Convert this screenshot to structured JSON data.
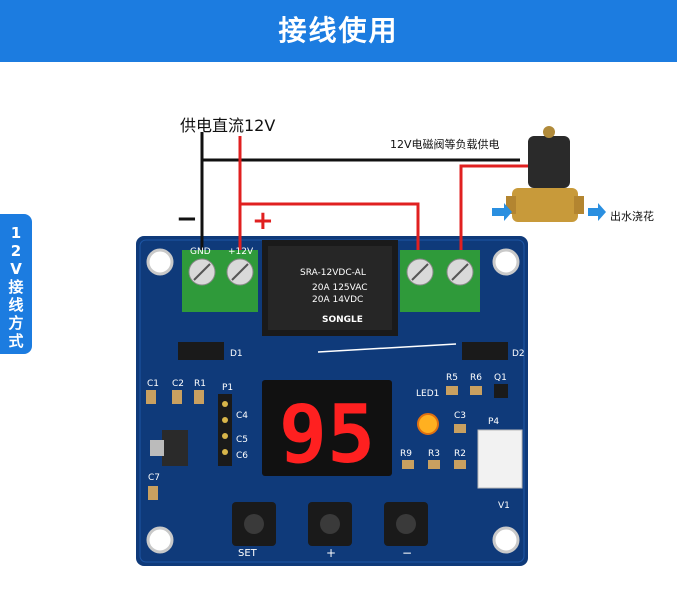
{
  "banner": {
    "title": "接线使用"
  },
  "side_tab": {
    "label": "12V接线方式"
  },
  "labels": {
    "power_supply": "供电直流12V",
    "load_supply": "12V电磁阀等负载供电",
    "water_out": "出水浇花",
    "minus": "−",
    "plus": "+"
  },
  "board": {
    "terminal_gnd": "GND",
    "terminal_12v": "+12V",
    "relay_model": "SRA-12VDC-AL",
    "relay_rating_1": "20A 125VAC",
    "relay_rating_2": "20A 14VDC",
    "relay_brand": "SONGLE",
    "display_value": "95",
    "components": {
      "d1": "D1",
      "d2": "D2",
      "c1": "C1",
      "c2": "C2",
      "r1": "R1",
      "p1": "P1",
      "c4": "C4",
      "c5": "C5",
      "c6": "C6",
      "c7": "C7",
      "led1": "LED1",
      "r5": "R5",
      "r6": "R6",
      "q1": "Q1",
      "c3": "C3",
      "r9": "R9",
      "r3": "R3",
      "r2": "R2",
      "p4": "P4",
      "v1": "V1"
    },
    "buttons": {
      "set": "SET",
      "plus": "+",
      "minus": "−"
    }
  },
  "colors": {
    "banner": "#1c7ce0",
    "pcb": "#0f3a7a",
    "wire_positive": "#e02020",
    "wire_negative": "#111111",
    "terminal": "#2f9a3a",
    "segment": "#ff2020"
  }
}
